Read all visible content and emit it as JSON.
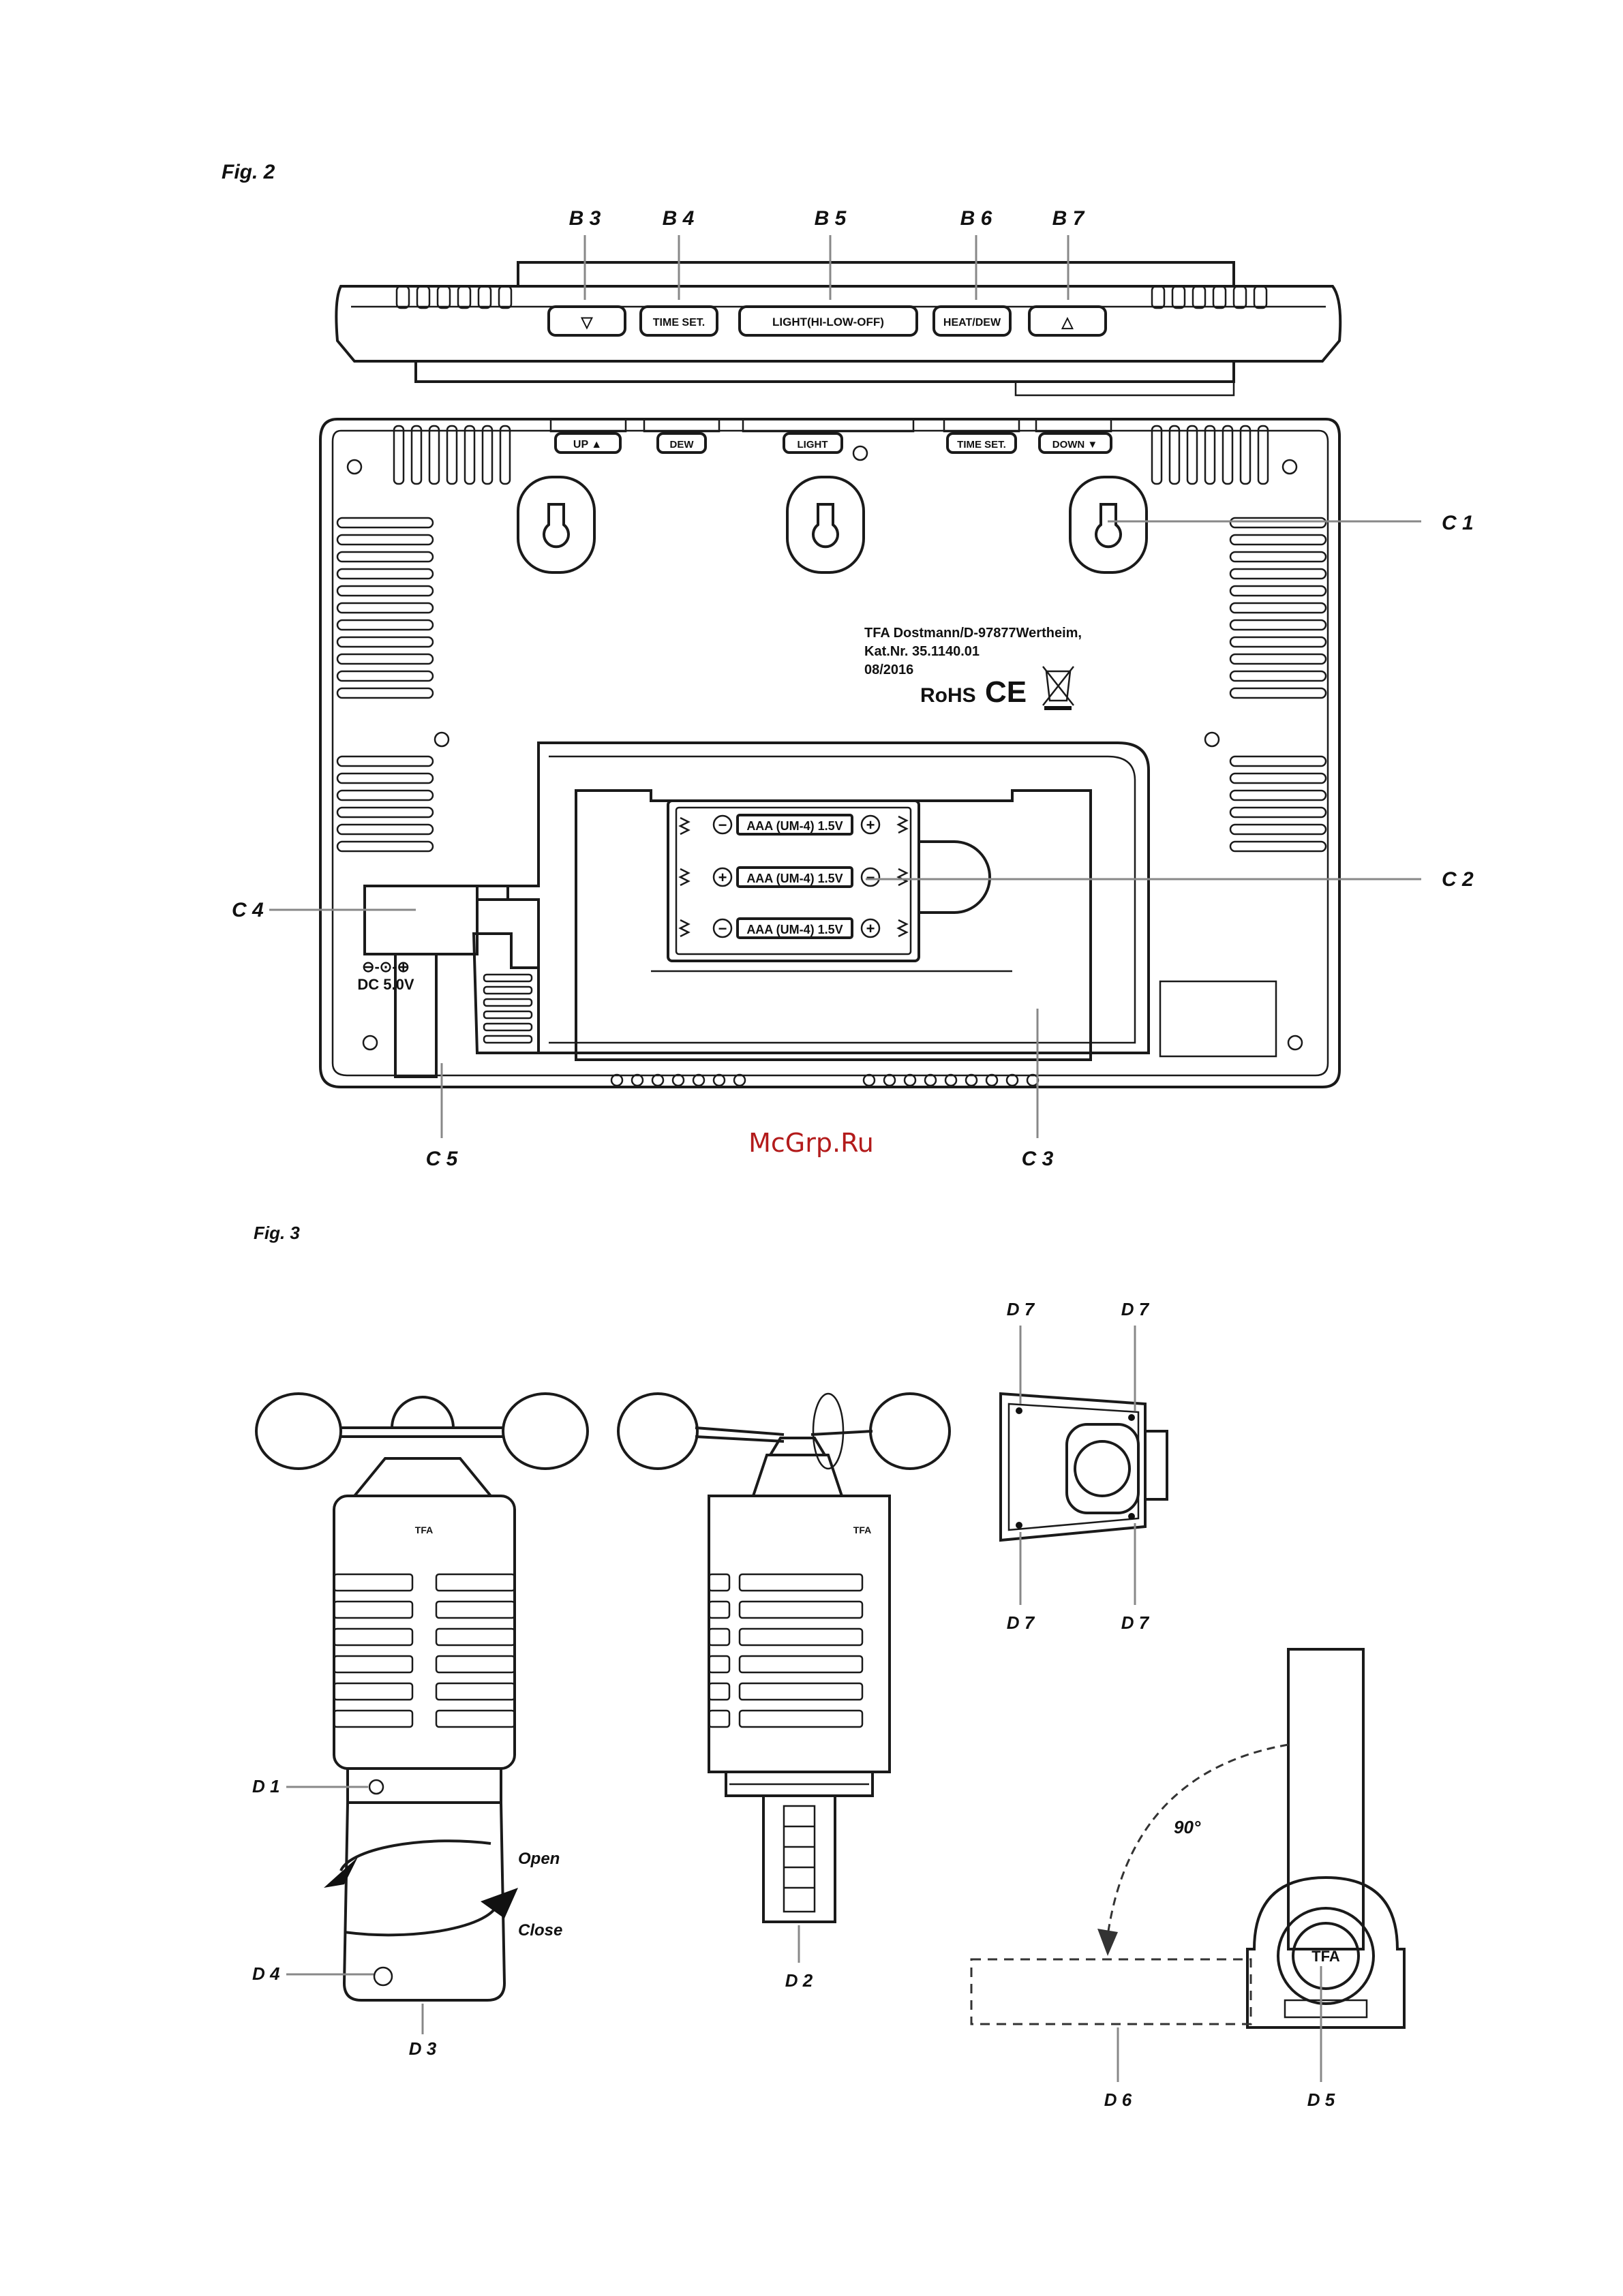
{
  "fig2": {
    "caption": "Fig. 2",
    "callouts": {
      "b3": "B 3",
      "b4": "B 4",
      "b5": "B 5",
      "b6": "B 6",
      "b7": "B 7",
      "c1": "C 1",
      "c2": "C 2",
      "c3": "C 3",
      "c4": "C 4",
      "c5": "C 5"
    },
    "top_buttons": {
      "down": "▽",
      "time_set": "TIME SET.",
      "light": "LIGHT(HI-LOW-OFF)",
      "heat_dew": "HEAT/DEW",
      "up": "△"
    },
    "back_buttons": {
      "up": "UP ▲",
      "dew": "DEW",
      "light": "LIGHT",
      "time_set": "TIME SET.",
      "down": "DOWN ▼"
    },
    "label": {
      "line1": "TFA Dostmann/D-97877Wertheim,",
      "line2": "Kat.Nr. 35.1140.01",
      "line3": "08/2016",
      "rohs": "RoHS",
      "ce": "CE"
    },
    "batteries": [
      "AAA (UM-4) 1.5V",
      "AAA (UM-4) 1.5V",
      "AAA (UM-4) 1.5V"
    ],
    "dc_input": {
      "symbol": "⊖-⊙-⊕",
      "text": "DC  5.0V"
    }
  },
  "watermark": "McGrp.Ru",
  "fig3": {
    "caption": "Fig. 3",
    "callouts": {
      "d1": "D 1",
      "d2": "D 2",
      "d3": "D 3",
      "d4": "D 4",
      "d5": "D 5",
      "d6": "D 6",
      "d7": "D 7"
    },
    "open": "Open",
    "close": "Close",
    "angle": "90°",
    "logo": "TFA"
  }
}
